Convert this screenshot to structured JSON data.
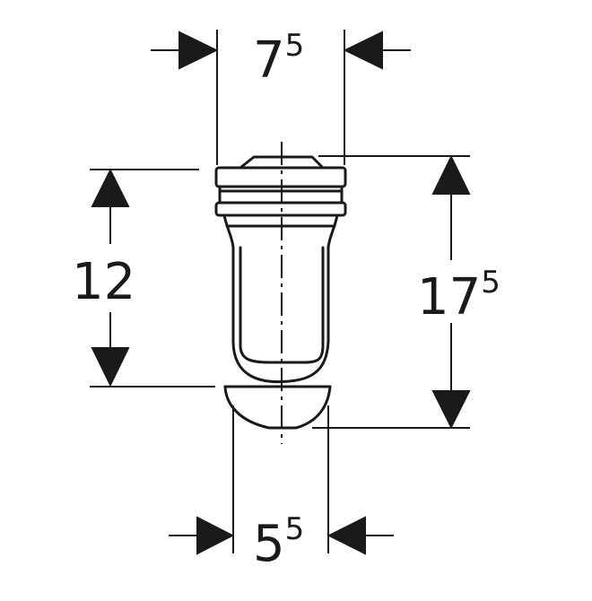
{
  "dimensions": {
    "top_width": {
      "base": "7",
      "superscript": "5"
    },
    "left_height": {
      "base": "12",
      "superscript": ""
    },
    "right_height": {
      "base": "17",
      "superscript": "5"
    },
    "bottom_width": {
      "base": "5",
      "superscript": "5"
    }
  },
  "colors": {
    "stroke": "#1a1a1a",
    "background": "#ffffff"
  }
}
